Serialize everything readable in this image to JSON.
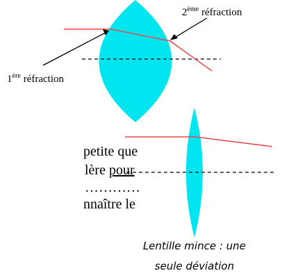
{
  "colors": {
    "lens": "#00E5F0",
    "ray": "#E8494E",
    "axis": "#000000",
    "text": "#000000"
  },
  "labels": {
    "refraction_2_num": "2",
    "refraction_2_sup": "ème",
    "refraction_2_word": "réfraction",
    "refraction_1_num": "1",
    "refraction_1_sup": "ère",
    "refraction_1_word": "réfraction",
    "caption_line1": "Lentille mince : une",
    "caption_line2": "seule déviation"
  },
  "body_text": {
    "line1": "petite que",
    "line2_a": "lère ",
    "line2_b": "pour",
    "line3": "…………",
    "line4": "nnaître le"
  }
}
